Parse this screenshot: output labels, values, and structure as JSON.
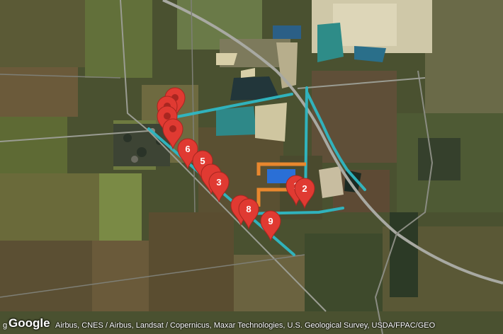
{
  "map": {
    "type": "satellite",
    "route_color": "#2fb8c4",
    "marker_color": "#e03a32",
    "parcel_colors": {
      "orange": "#e8872e",
      "blue": "#2a6fd6"
    }
  },
  "markers": [
    {
      "label": ""
    },
    {
      "label": ""
    },
    {
      "label": ""
    },
    {
      "label": ""
    },
    {
      "label": "6"
    },
    {
      "label": "5"
    },
    {
      "label": ""
    },
    {
      "label": "3"
    },
    {
      "label": ""
    },
    {
      "label": "8"
    },
    {
      "label": "9"
    },
    {
      "label": "1"
    },
    {
      "label": "2"
    }
  ],
  "footer": {
    "logo": "Google",
    "attribution_prefix": "g",
    "attribution": "Airbus, CNES / Airbus, Landsat / Copernicus, Maxar Technologies, U.S. Geological Survey, USDA/FPAC/GEO"
  }
}
